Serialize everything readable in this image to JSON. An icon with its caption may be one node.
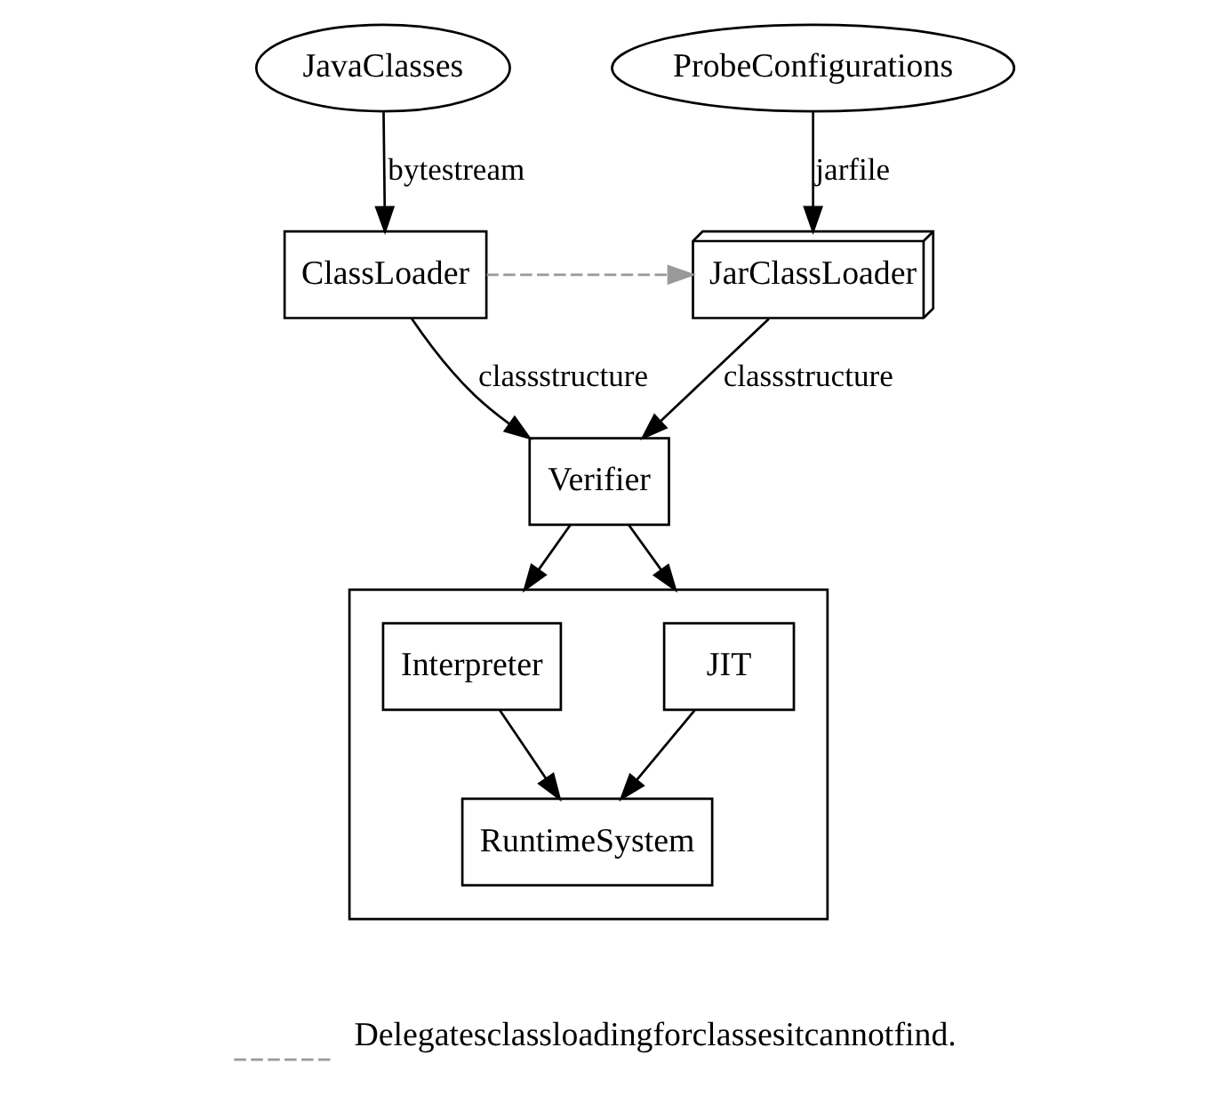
{
  "diagram": {
    "nodes": [
      {
        "text": [
          "JavaClasses"
        ]
      },
      {
        "text": [
          "ProbeConfigurations"
        ]
      },
      {
        "text": [
          "ClassLoader"
        ]
      },
      {
        "text": [
          "JarClassLoader"
        ]
      },
      {
        "text": [
          "Verifier"
        ]
      },
      {
        "text": [],
        "shape": "box"
      },
      {
        "text": [
          "Interpreter"
        ],
        "in": 5
      },
      {
        "text": [
          "JIT"
        ],
        "in": 5
      },
      {
        "text": [
          "RuntimeSystem"
        ],
        "in": 5
      }
    ],
    "edges": [
      {
        "from": 0,
        "to": 2,
        "arrow": "to",
        "label": "bytestream"
      },
      {
        "from": 1,
        "to": 3,
        "arrow": "to",
        "label": "jarfile"
      },
      {
        "from": 2,
        "to": 3,
        "arrow": "to",
        "style": "dashed",
        "color": "#999999"
      },
      {
        "from": 2,
        "to": 4,
        "arrow": "to",
        "label": "classstructure"
      },
      {
        "from": 3,
        "to": 4,
        "arrow": "to",
        "label": "classstructure"
      },
      {
        "from": 4,
        "to": 5,
        "arrow": "to"
      },
      {
        "from": 4,
        "to": 5,
        "arrow": "to"
      },
      {
        "from": 6,
        "to": 8,
        "arrow": "to"
      },
      {
        "from": 7,
        "to": 8,
        "arrow": "to"
      }
    ],
    "legend": [
      {
        "text": "Delegatesclassloadingforclassesitcannotfind."
      }
    ]
  }
}
